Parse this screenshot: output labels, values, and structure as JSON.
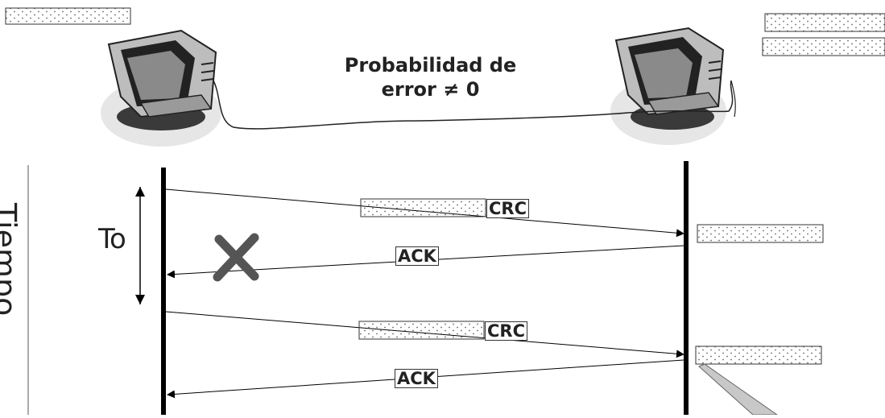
{
  "title": "Probabilidad de error ≠ 0",
  "axis_label": "Tiempo",
  "timeout_label": "To",
  "packet_tags": [
    "CRC",
    "CRC"
  ],
  "ack_tags": [
    "ACK",
    "ACK"
  ],
  "colors": {
    "line": "#000000",
    "frame_dots": "#666666",
    "lost_mark": "#555555",
    "monitor": "#444444",
    "screen": "#777777",
    "callout": "#c8c8c8"
  }
}
